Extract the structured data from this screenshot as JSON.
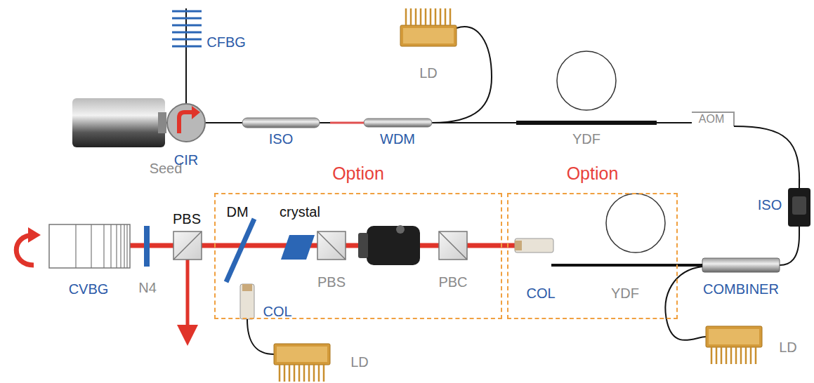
{
  "diagram": {
    "nodes": [
      {
        "text": [
          "Option"
        ]
      },
      {
        "text": [
          "Option"
        ]
      }
    ],
    "labels": [
      "CFBG",
      "Seed",
      "CIR",
      "ISO",
      "WDM",
      "LD",
      "YDF",
      "AOM",
      "ISO",
      "DM",
      "crystal",
      "PBS",
      "N4",
      "CVBG",
      "PBS",
      "PBC",
      "COL",
      "LD",
      "COL",
      "YDF",
      "COMBINER",
      "LD"
    ]
  }
}
